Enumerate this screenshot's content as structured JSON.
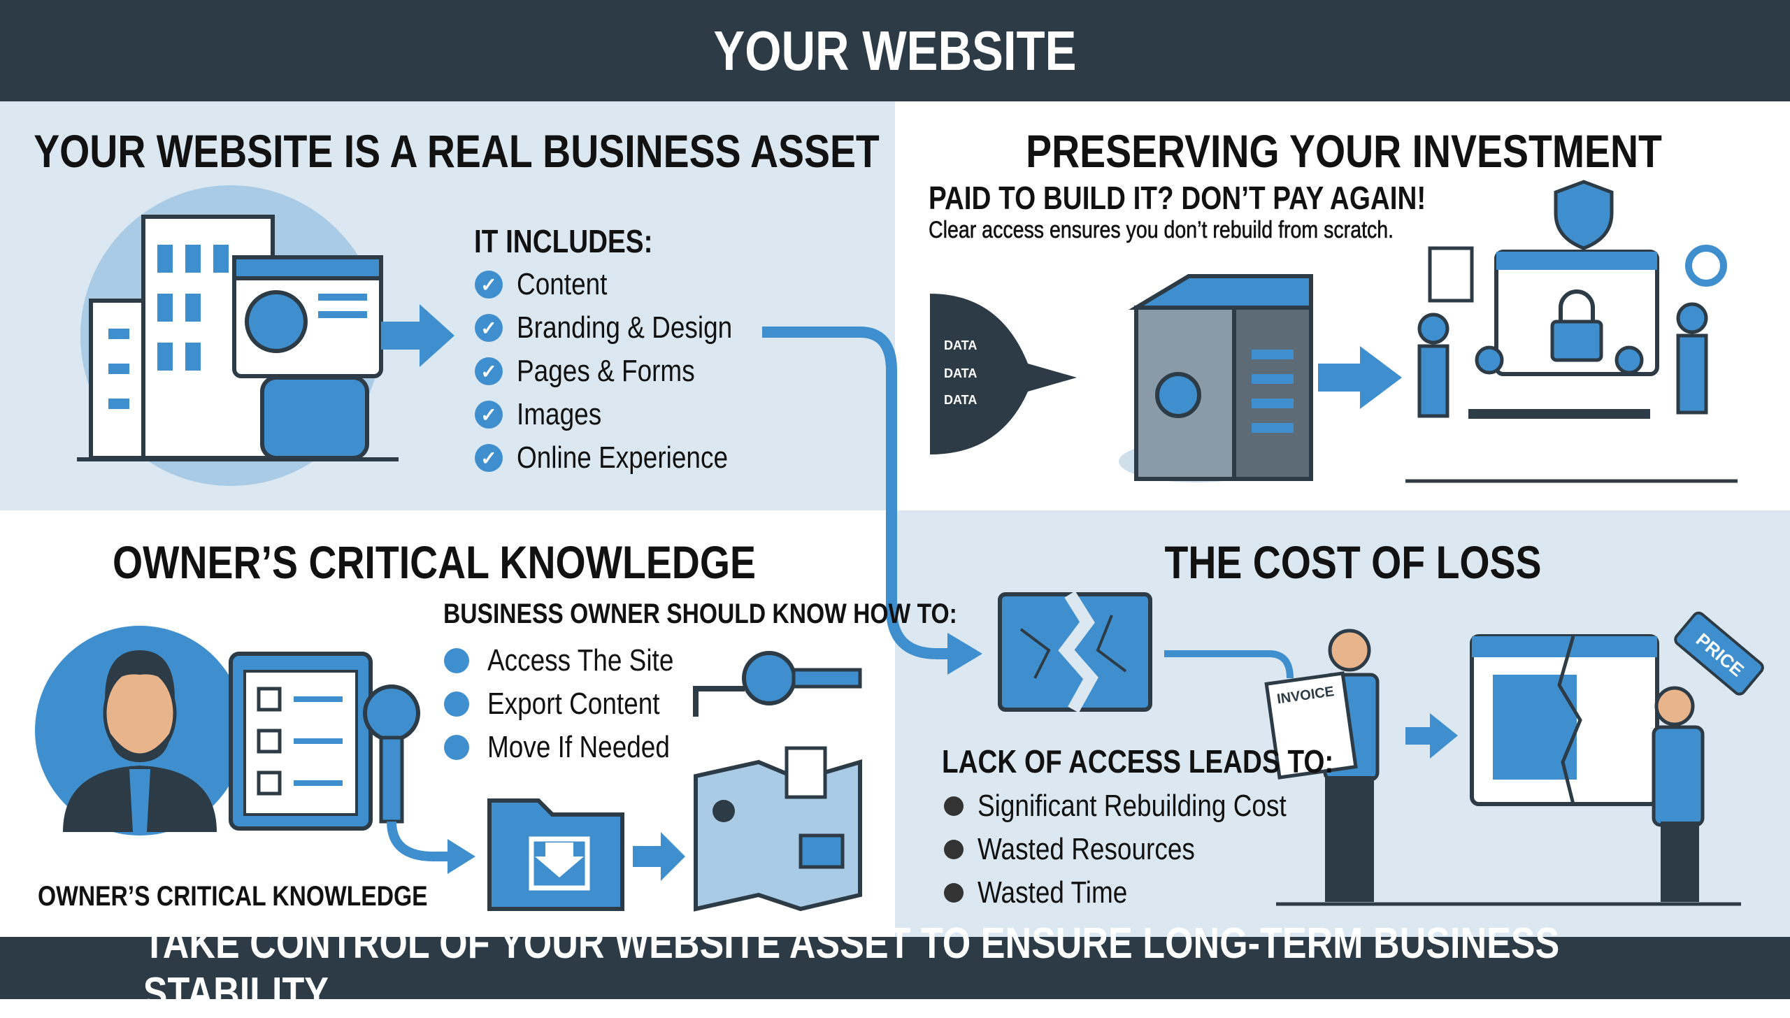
{
  "title": "YOUR WEBSITE",
  "footer": "TAKE CONTROL OF YOUR WEBSITE ASSET TO ENSURE LONG-TERM BUSINESS STABILITY.",
  "colors": {
    "dark": "#2c3b45",
    "accent": "#3f8fcf",
    "panel": "#dce8f1"
  },
  "asset": {
    "heading": "YOUR WEBSITE IS A REAL BUSINESS ASSET",
    "includes_label": "IT INCLUDES:",
    "items": [
      "Content",
      "Branding & Design",
      "Pages & Forms",
      "Images",
      "Online Experience"
    ],
    "icon": "check-circle-icon"
  },
  "invest": {
    "heading": "PRESERVING YOUR INVESTMENT",
    "subheading": "PAID TO BUILD IT? DON’T PAY AGAIN!",
    "text": "Clear access ensures you don’t rebuild from scratch.",
    "data_labels": [
      "DATA",
      "DATA",
      "DATA"
    ]
  },
  "knowledge": {
    "heading": "OWNER’S CRITICAL KNOWLEDGE",
    "know_label": "BUSINESS OWNER SHOULD KNOW HOW TO:",
    "items": [
      "Access The Site",
      "Export Content",
      "Move If Needed"
    ],
    "caption": "OWNER’S CRITICAL KNOWLEDGE"
  },
  "loss": {
    "heading": "THE COST OF LOSS",
    "leads_label": "LACK OF ACCESS LEADS TO:",
    "items": [
      "Significant Rebuilding Cost",
      "Wasted Resources",
      "Wasted Time"
    ],
    "invoice_label": "INVOICE",
    "price_label": "PRICE"
  }
}
